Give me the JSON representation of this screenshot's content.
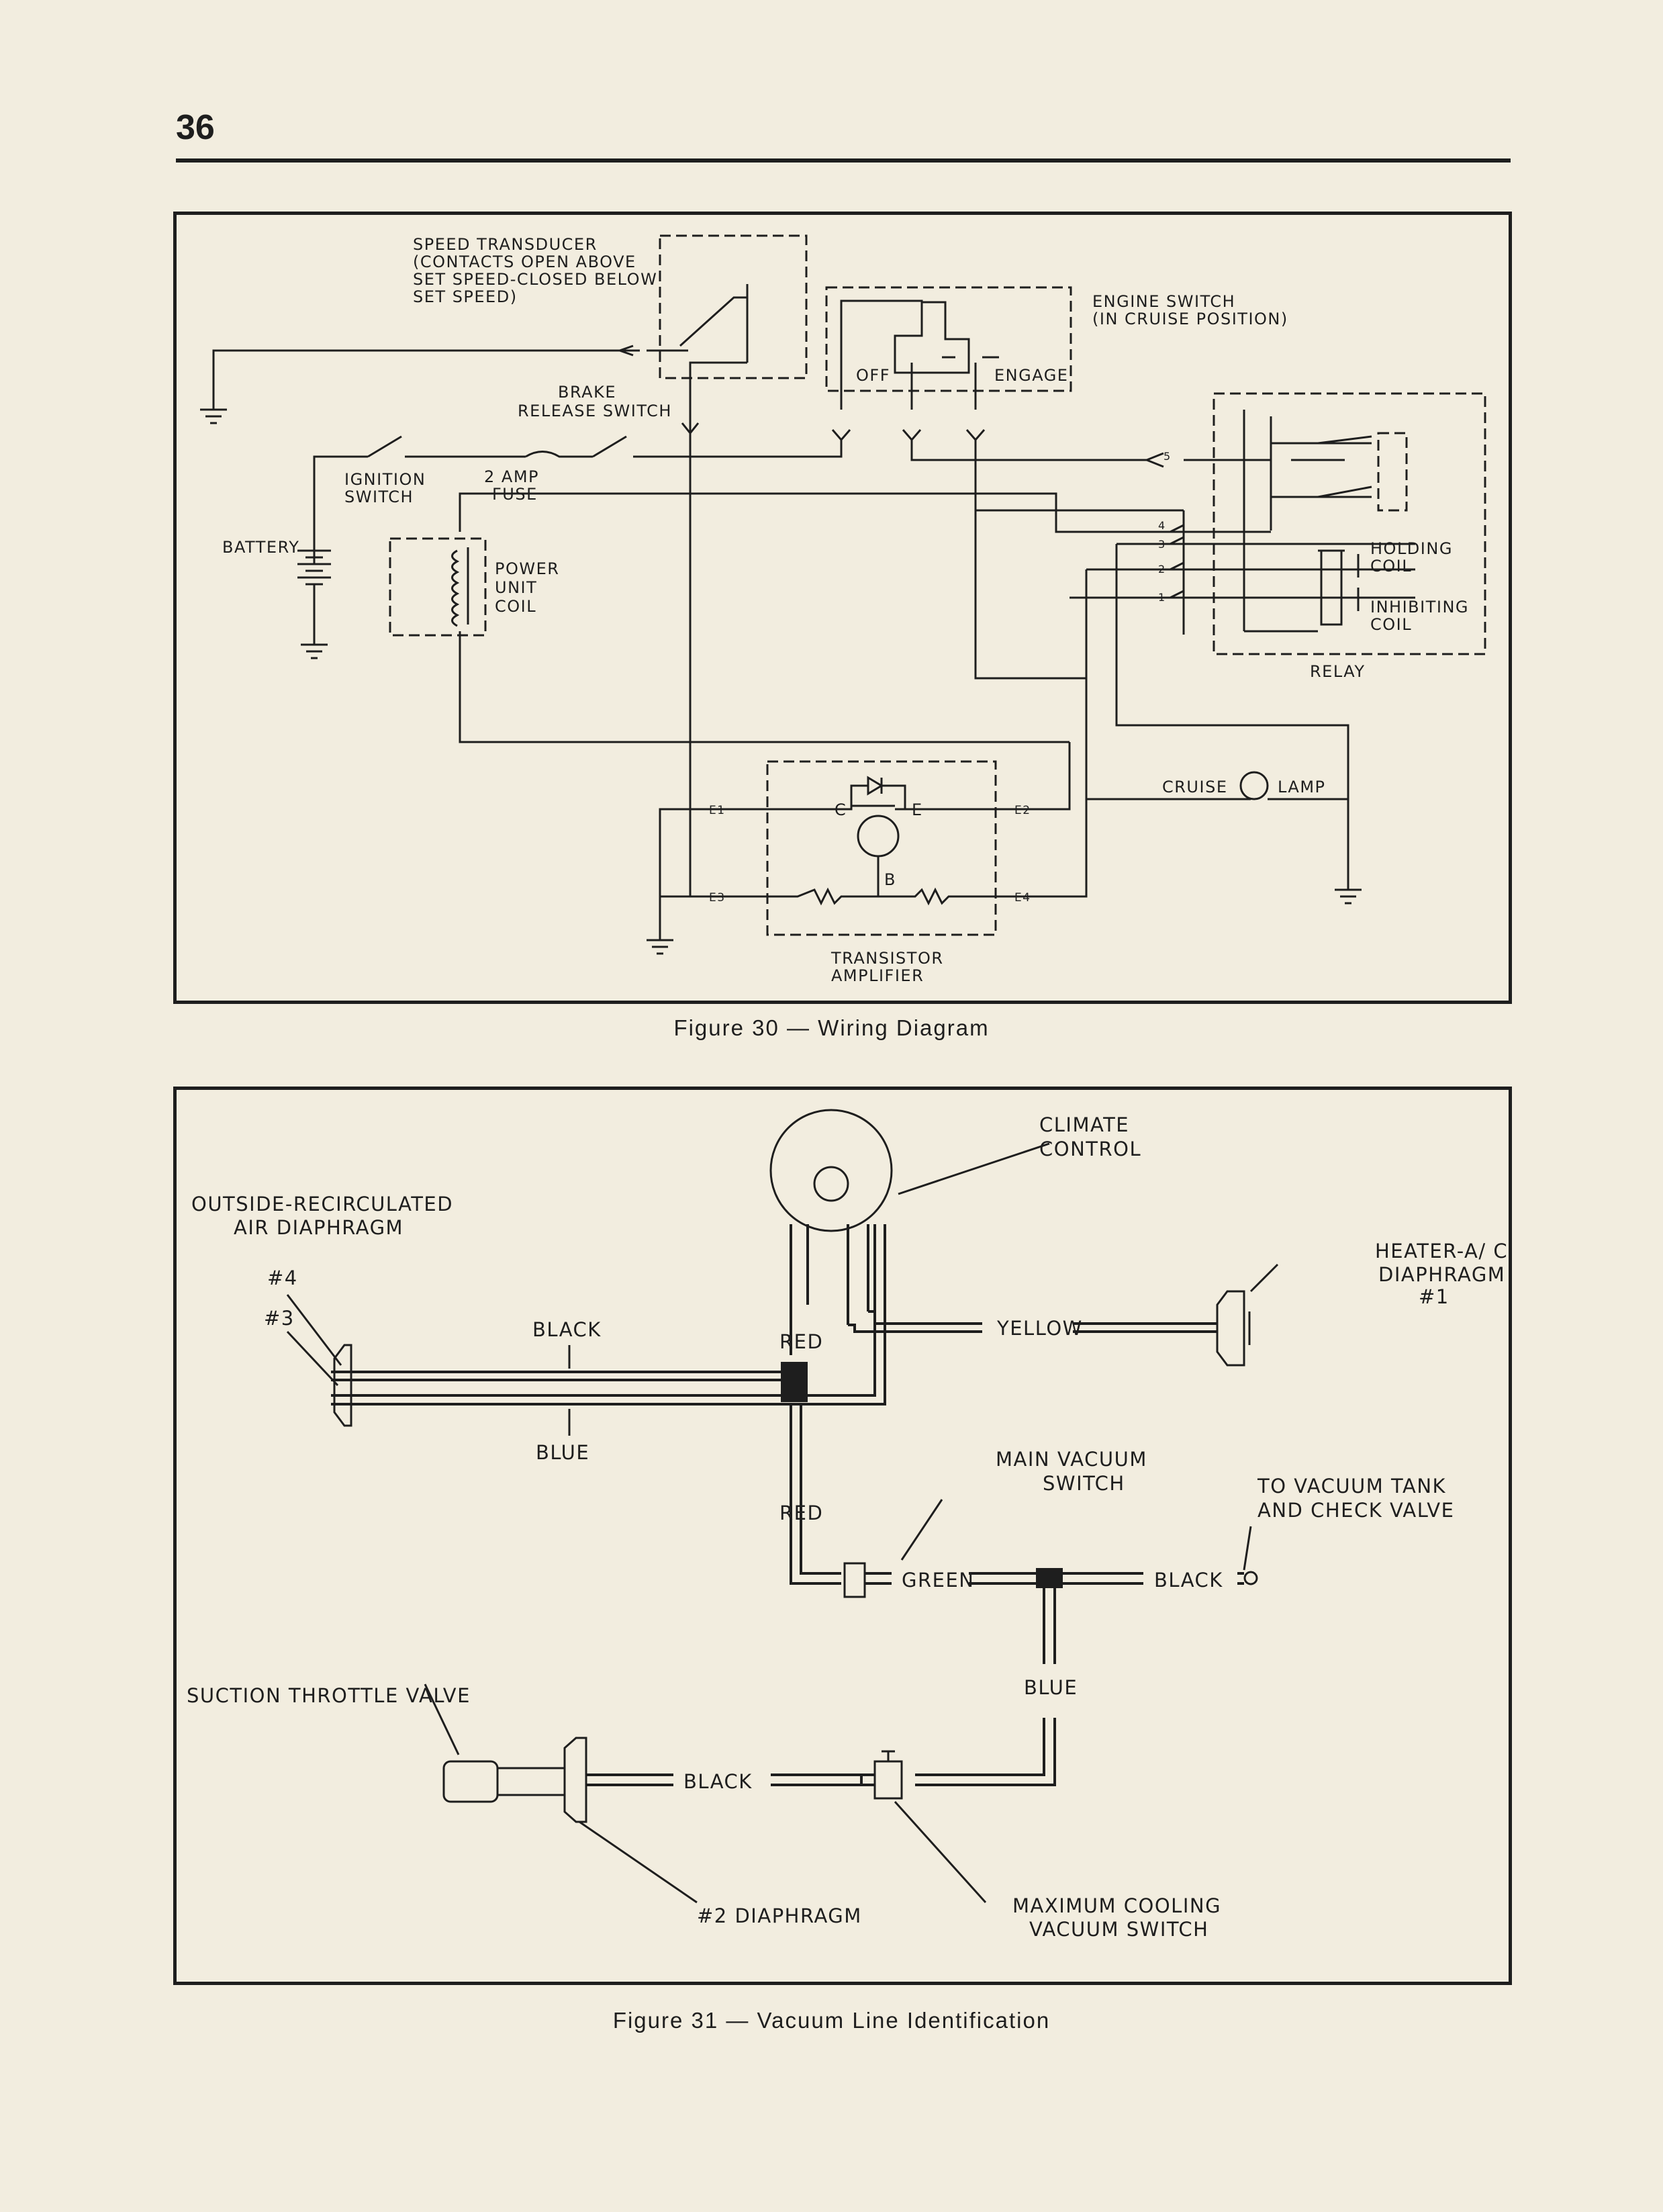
{
  "page": {
    "number": "36"
  },
  "figure30": {
    "caption": "Figure 30 — Wiring Diagram",
    "labels": {
      "speed_transducer": [
        "SPEED TRANSDUCER",
        "(CONTACTS OPEN ABOVE",
        "SET SPEED-CLOSED BELOW",
        "SET SPEED)"
      ],
      "engine_switch": [
        "ENGINE SWITCH",
        "(IN CRUISE POSITION)"
      ],
      "off": "OFF",
      "engage": "ENGAGE",
      "brake_release_switch": [
        "BRAKE",
        "RELEASE SWITCH"
      ],
      "ignition_switch": [
        "IGNITION",
        "SWITCH"
      ],
      "fuse": [
        "2 AMP",
        "FUSE"
      ],
      "battery": "BATTERY",
      "power_unit_coil": [
        "POWER",
        "UNIT",
        "COIL"
      ],
      "holding_coil": [
        "HOLDING",
        "COIL"
      ],
      "inhibiting_coil": [
        "INHIBITING",
        "COIL"
      ],
      "relay": "RELAY",
      "cruise": "CRUISE",
      "lamp": "LAMP",
      "transistor_amplifier": [
        "TRANSISTOR",
        "AMPLIFIER"
      ],
      "transistor_c": "C",
      "transistor_e": "E",
      "transistor_b": "B",
      "terminals": [
        "5",
        "4",
        "3",
        "2",
        "1"
      ],
      "e_terminals": [
        "E1",
        "E2",
        "E3",
        "E4"
      ]
    }
  },
  "figure31": {
    "caption": "Figure 31 — Vacuum Line Identification",
    "labels": {
      "climate_control": [
        "CLIMATE",
        "CONTROL"
      ],
      "outside_recirculated": [
        "OUTSIDE-RECIRCULATED",
        "AIR DIAPHRAGM"
      ],
      "port4": "#4",
      "port3": "#3",
      "heater_ac": [
        "HEATER-A/ C",
        "DIAPHRAGM",
        "#1"
      ],
      "main_vacuum_switch": [
        "MAIN VACUUM",
        "SWITCH"
      ],
      "vacuum_tank": [
        "TO VACUUM TANK",
        "AND CHECK VALVE"
      ],
      "suction_throttle_valve": "SUCTION THROTTLE VALVE",
      "diaphragm2": "#2 DIAPHRAGM",
      "max_cooling": [
        "MAXIMUM COOLING",
        "VACUUM SWITCH"
      ],
      "black_top": "BLACK",
      "blue_left": "BLUE",
      "red_top": "RED",
      "red_mid": "RED",
      "yellow": "YELLOW",
      "green": "GREEN",
      "black_right": "BLACK",
      "blue_vert": "BLUE",
      "black_bottom": "BLACK"
    }
  }
}
